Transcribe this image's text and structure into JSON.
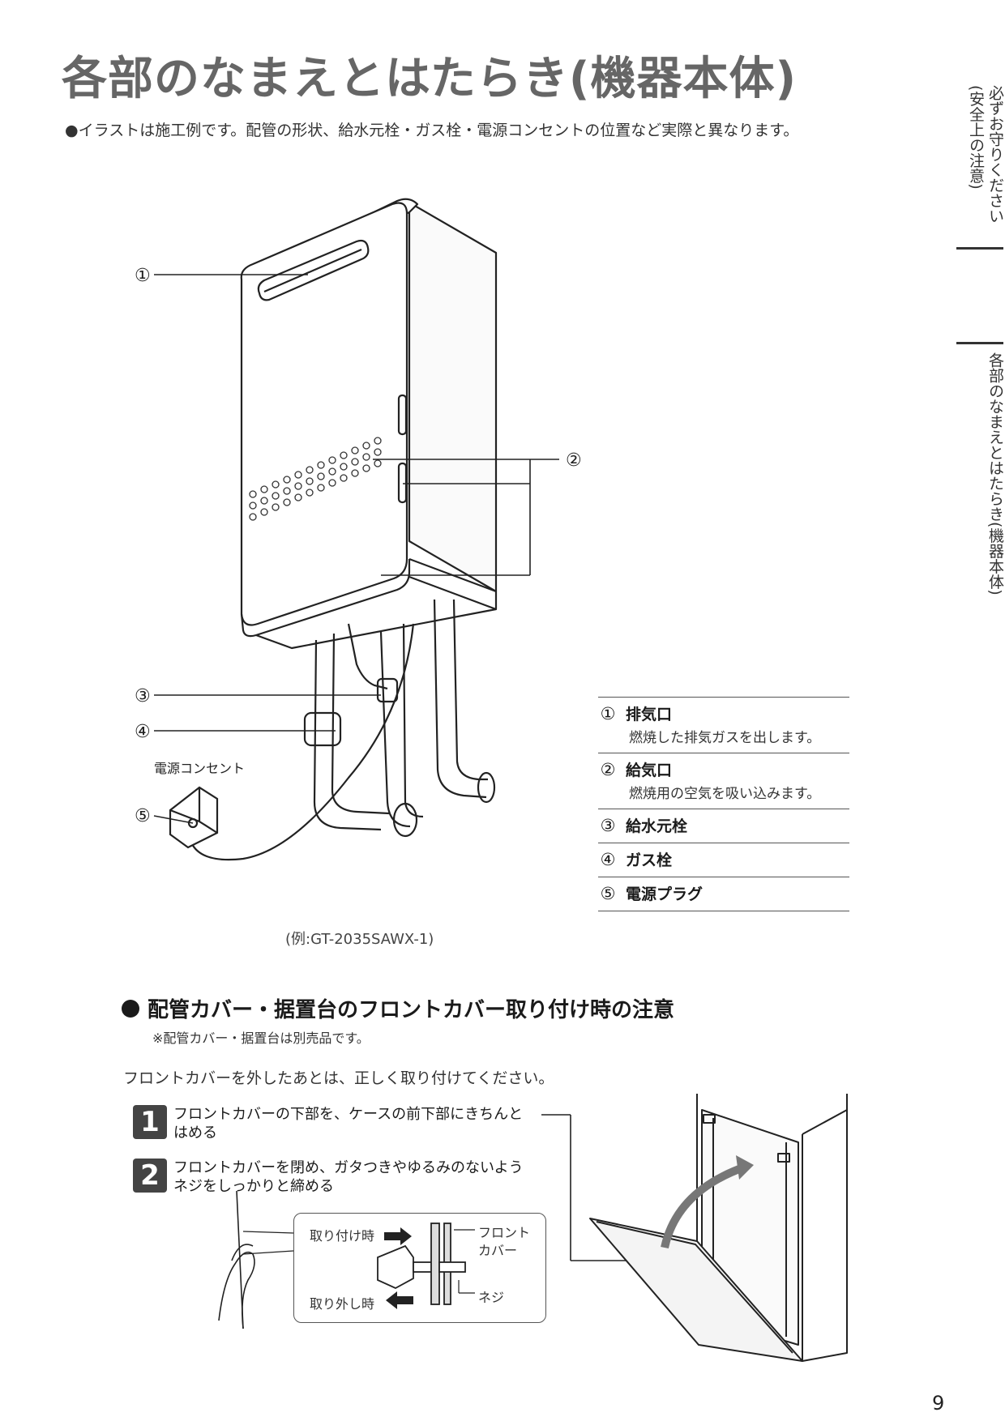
{
  "title": "各部のなまえとはたらき(機器本体)",
  "note": "●イラストは施工例です。配管の形状、給水元栓・ガス栓・電源コンセントの位置など実際と異なります。",
  "side_tabs": [
    {
      "label": "必ずお守りください(安全上の注意)"
    },
    {
      "label": "各部のなまえとはたらき(機器本体)"
    }
  ],
  "callouts": [
    "①",
    "②",
    "③",
    "④",
    "⑤"
  ],
  "outlet_label": "電源コンセント",
  "parts": [
    {
      "num": "①",
      "name": "排気口",
      "desc": "燃焼した排気ガスを出します。"
    },
    {
      "num": "②",
      "name": "給気口",
      "desc": "燃焼用の空気を吸い込みます。"
    },
    {
      "num": "③",
      "name": "給水元栓",
      "desc": ""
    },
    {
      "num": "④",
      "name": "ガス栓",
      "desc": ""
    },
    {
      "num": "⑤",
      "name": "電源プラグ",
      "desc": ""
    }
  ],
  "example": "(例:GT-2035SAWX-1)",
  "section": {
    "heading": "配管カバー・据置台のフロントカバー取り付け時の注意",
    "sub": "※配管カバー・据置台は別売品です。",
    "intro": "フロントカバーを外したあとは、正しく取り付けてください。",
    "steps": [
      {
        "num": "1",
        "line1": "フロントカバーの下部を、ケースの前下部にきちんと",
        "line2": "はめる"
      },
      {
        "num": "2",
        "line1": "フロントカバーを閉め、ガタつきやゆるみのないよう",
        "line2": "ネジをしっかりと締める"
      }
    ],
    "detail": {
      "attach": "取り付け時",
      "detach": "取り外し時",
      "front_cover_line1": "フロント",
      "front_cover_line2": "カバー",
      "screw": "ネジ"
    }
  },
  "page_number": "9"
}
